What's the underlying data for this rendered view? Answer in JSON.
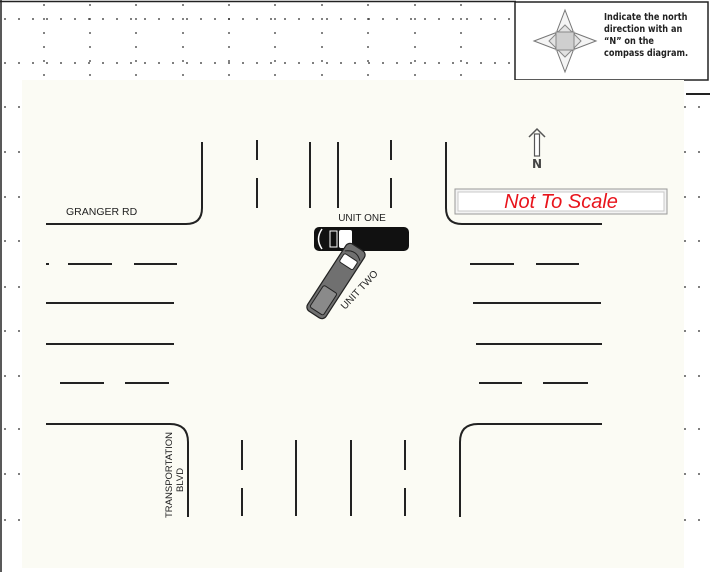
{
  "instructions": {
    "text": "Indicate the north direction with an “N” on the compass diagram."
  },
  "diagram": {
    "street_horizontal": "GRANGER RD",
    "street_vertical_line1": "TRANSPORTATION",
    "street_vertical_line2": "BLVD",
    "vehicle_one_label": "UNIT ONE",
    "vehicle_two_label": "UNIT TWO",
    "north_arrow_label": "N",
    "scale_note": "Not To Scale"
  },
  "colors": {
    "scale_note_text": "#e8141c",
    "road_background": "#fbfbf4",
    "lines": "#222222"
  }
}
